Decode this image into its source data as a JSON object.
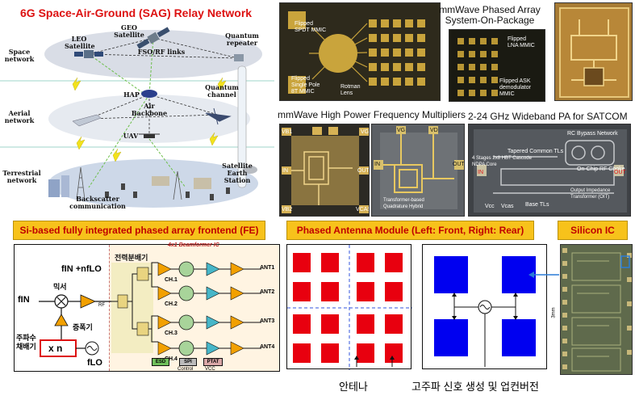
{
  "sag": {
    "title": "6G Space-Air-Ground (SAG) Relay Network",
    "layers": [
      "Space\nnetwork",
      "Aerial\nnetwork",
      "Terrestrial\nnetwork"
    ],
    "labels": {
      "leo": "LEO\nSatellite",
      "geo": "GEO\nSatellite",
      "fso": "FSO/RF links",
      "quantum_repeater": "Quantum\nrepeater",
      "hap": "HAP",
      "air_backbone": "Air\nBackbone",
      "quantum_channel": "Quantum\nchannel",
      "uav": "UAV",
      "backscatter": "Backscatter\ncommunication",
      "sat_earth": "Satellite\nEarth\nStation"
    }
  },
  "photos": {
    "phased_array_title": "mmWave Phased Array\nSystem-On-Package",
    "multipliers_title": "mmWave High Power Frequency Multipliers",
    "pa_title": "2-24 GHz Wideband PA for SATCOM",
    "p1_labels": [
      "Flipped\nSPDT MMIC",
      "Flipped\nSingle Pole\n8T MMIC",
      "Rotman\nLens"
    ],
    "p2_labels": [
      "Flipped\nLNA MMIC",
      "Flipped ASK\ndemodulator\nMMIC"
    ],
    "mult_pads": [
      "VB1",
      "IN",
      "VB2",
      "VG",
      "VCAS",
      "OUT"
    ],
    "mult2_pads": [
      "VG",
      "VD",
      "IN",
      "OUT"
    ],
    "mult2_text": "Transformer-based\nQuadrature Hybrid",
    "pa_labels": [
      "RC Bypass Network",
      "Tapered Common TLs",
      "4 Stages 2x8 HBT Cascode\nNDPA Core",
      "On-Chip RF Choke",
      "Output Impedance\nTransformer (OIT)",
      "Base TLs",
      "IN",
      "OUT",
      "Vcc",
      "Vcas"
    ]
  },
  "fe": {
    "banner": "Si-based fully integrated phased array frontend (FE)",
    "beamformer_title": "4x1 Beamformer IC",
    "divider_label": "전력분배기",
    "fin": "fIN",
    "fin_nflo": "fIN +nfLO",
    "mixer_label": "믹서",
    "amp_label": "증폭기",
    "multiplier_label": "주파수\n채배기",
    "xn": "x n",
    "flo": "fLO",
    "channels": [
      "CH.1",
      "CH.2",
      "CH.3",
      "CH.4"
    ],
    "ants": [
      "ANT1",
      "ANT2",
      "ANT3",
      "ANT4"
    ],
    "blocks": [
      "ESD",
      "SPI",
      "PTAT"
    ],
    "block_sub": [
      "Control",
      "VCC"
    ],
    "rf": "RF"
  },
  "pam": {
    "banner": "Phased Antenna Module (Left: Front, Right: Rear)",
    "antenna_label": "안테나",
    "signal_label": "고주파 신호 생성 및 업컨버전"
  },
  "silicon": {
    "banner": "Silicon IC",
    "dim": "3mm"
  },
  "colors": {
    "banner_bg": "#f7c21b",
    "banner_text": "#c00000",
    "antenna_red": "#e8000f",
    "antenna_blue": "#0000f0"
  }
}
